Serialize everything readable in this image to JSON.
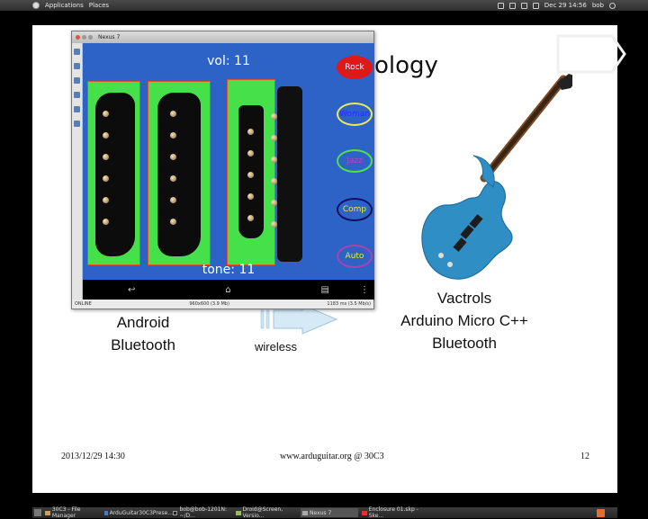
{
  "top_panel": {
    "applications": "Applications",
    "places": "Places",
    "clock": "Dec 29 14:56",
    "user": "bob"
  },
  "slide": {
    "title_fragment": "ology",
    "left_label_lines": [
      "Android",
      "Bluetooth"
    ],
    "arrow_label": "wireless",
    "right_label_lines": [
      "Vactrols",
      "Arduino Micro C++",
      "Bluetooth"
    ],
    "footer_date": "2013/12/29 14:30",
    "footer_site": "www.arduguitar.org @ 30C3",
    "footer_page": "12"
  },
  "nexus_window": {
    "title": "Nexus 7",
    "vol_label": "vol: 11",
    "tone_label": "tone: 11",
    "mode_buttons": [
      {
        "label": "Rock",
        "fill": "#e01818",
        "text_color": "#ffffff",
        "border": "#e01818"
      },
      {
        "label": "Woman",
        "fill": "#2d63c6",
        "text_color": "#2a2aff",
        "border": "#e8e85a"
      },
      {
        "label": "Jazz",
        "fill": "#2d63c6",
        "text_color": "#c040c0",
        "border": "#4ee04e"
      },
      {
        "label": "Comp",
        "fill": "#2d63c6",
        "text_color": "#e8e85a",
        "border": "#101060"
      },
      {
        "label": "Auto",
        "fill": "#2d63c6",
        "text_color": "#e8e85a",
        "border": "#b040b0"
      }
    ],
    "status_left": "ONLINE",
    "status_mid": "960x600 (3.9 Mb)",
    "status_right": "1183 ms (3.5 Mb/s)"
  },
  "taskbar": {
    "items": [
      "30C3 - File Manager",
      "ArduGuitar30C3Prese...",
      "bob@bob-1201N: ~/D...",
      "Droid@Screen, Versio...",
      "Nexus 7",
      "Enclosure 01.skp - Ske..."
    ]
  },
  "colors": {
    "pickup_green": "#46e04a",
    "screen_blue": "#2d63c6",
    "guitar_blue": "#2f8fc4"
  }
}
